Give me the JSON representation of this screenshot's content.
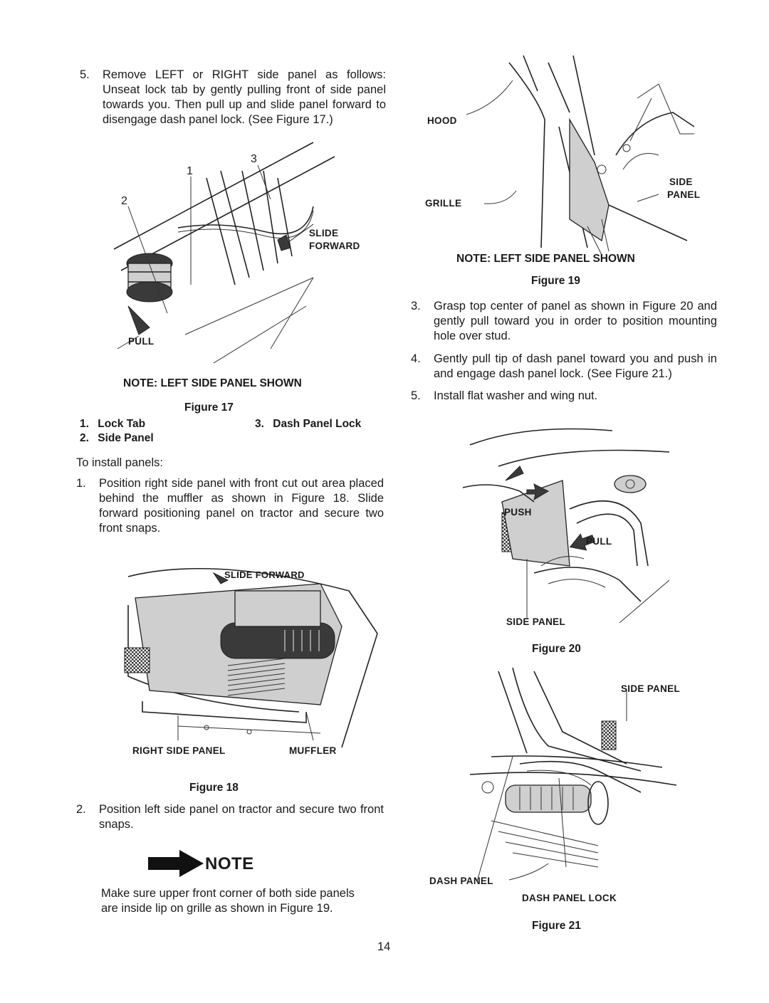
{
  "left": {
    "step5": {
      "num": "5.",
      "text": "Remove LEFT or RIGHT side panel as follows: Unseat lock tab by gently pulling front of side panel towards you. Then pull up and slide panel forward to disengage dash panel lock. (See Figure 17.)"
    },
    "fig17": {
      "callout_1": "1",
      "callout_2": "2",
      "callout_3": "3",
      "slide": "SLIDE",
      "forward": "FORWARD",
      "pull": "PULL",
      "note": "NOTE: LEFT SIDE PANEL SHOWN",
      "caption": "Figure 17",
      "legend": [
        {
          "num": "1.",
          "label": "Lock Tab"
        },
        {
          "num": "2.",
          "label": "Side Panel"
        },
        {
          "num": "3.",
          "label": "Dash Panel Lock"
        }
      ]
    },
    "install_intro": "To install panels:",
    "step1": {
      "num": "1.",
      "text": "Position right side panel with front cut out area placed behind the muffler as shown in Figure 18. Slide forward positioning panel on tractor and secure two front snaps."
    },
    "fig18": {
      "slide_forward": "SLIDE FORWARD",
      "right_side_panel": "RIGHT SIDE PANEL",
      "muffler": "MUFFLER",
      "caption": "Figure 18"
    },
    "step2": {
      "num": "2.",
      "text": "Position left side panel on tractor and secure two front snaps."
    },
    "note": {
      "title": "NOTE",
      "text": "Make sure upper front corner of both side panels are inside lip on grille as shown in Figure 19."
    }
  },
  "right": {
    "fig19": {
      "hood": "HOOD",
      "grille": "GRILLE",
      "side": "SIDE",
      "panel": "PANEL",
      "note": "NOTE: LEFT SIDE PANEL SHOWN",
      "caption": "Figure 19"
    },
    "step3": {
      "num": "3.",
      "text": "Grasp top center of panel as shown in Figure 20 and gently pull toward you in order to position mounting hole over stud."
    },
    "step4": {
      "num": "4.",
      "text": "Gently pull tip of dash panel toward you and push in and engage dash panel lock. (See Figure 21.)"
    },
    "step5": {
      "num": "5.",
      "text": "Install flat washer and wing nut."
    },
    "fig20": {
      "push": "PUSH",
      "pull": "PULL",
      "side_panel": "SIDE PANEL",
      "caption": "Figure 20"
    },
    "fig21": {
      "side_panel": "SIDE PANEL",
      "dash_panel": "DASH PANEL",
      "dash_panel_lock": "DASH PANEL LOCK",
      "caption": "Figure 21"
    }
  },
  "page_number": "14"
}
